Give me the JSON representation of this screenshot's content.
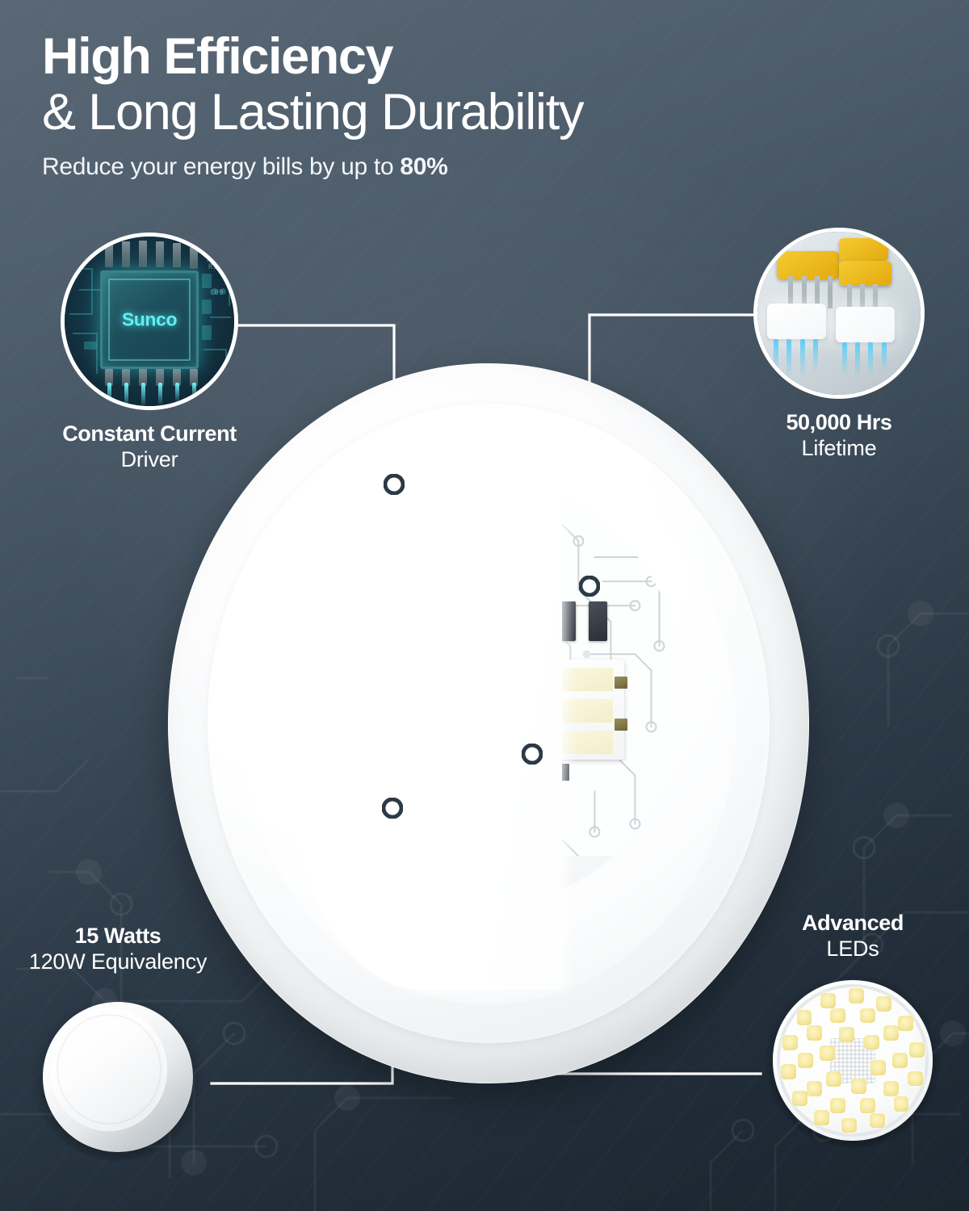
{
  "headline": {
    "line1": "High Efficiency",
    "line2": "& Long Lasting Durability",
    "sub_prefix": "Reduce your energy bills by up to ",
    "sub_value": "80%"
  },
  "colors": {
    "background_top": "#5a6876",
    "background_bottom": "#1b2530",
    "text_primary": "#ffffff",
    "accent_cyan": "#5ff0f2",
    "marker": "#2c3a46",
    "leader_line": "#ffffff",
    "led_yellow": "#f5cc31",
    "beam_blue": "#5ecdf5"
  },
  "callouts": [
    {
      "id": "constant-current-driver",
      "title": "Constant Current",
      "subtitle": "Driver",
      "art": "driver-chip-icon",
      "chip_label": "Sunco",
      "position": "top-left"
    },
    {
      "id": "lifetime",
      "title": "50,000 Hrs",
      "subtitle": "Lifetime",
      "art": "led-package-icon",
      "position": "top-right"
    },
    {
      "id": "wattage",
      "title": "15 Watts",
      "subtitle": "120W Equivalency",
      "art": "disk-light-icon",
      "position": "bottom-left"
    },
    {
      "id": "advanced-leds",
      "title": "Advanced",
      "subtitle": "LEDs",
      "art": "led-board-icon",
      "position": "bottom-right"
    }
  ],
  "product": {
    "name": "led-flush-mount-disk-light",
    "marker_count": 4
  }
}
